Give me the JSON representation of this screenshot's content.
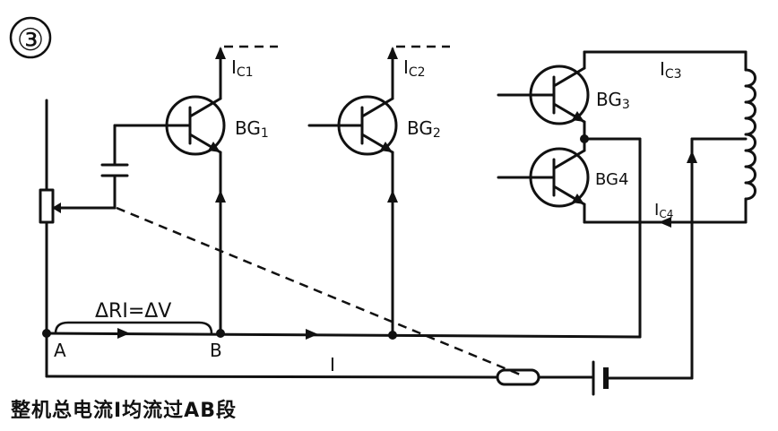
{
  "figure_number": "③",
  "labels": {
    "ic1": "I",
    "ic1_sub": "C1",
    "ic2": "I",
    "ic2_sub": "C2",
    "ic3": "I",
    "ic3_sub": "C3",
    "ic4": "I",
    "ic4_sub": "C4",
    "bg1": "BG",
    "bg1_sub": "1",
    "bg2": "BG",
    "bg2_sub": "2",
    "bg3": "BG",
    "bg3_sub": "3",
    "bg4": "BG4",
    "delta": "ΔRI=ΔV",
    "node_a": "A",
    "node_b": "B",
    "current": "I"
  },
  "caption": "整机总电流I均流过AB段"
}
